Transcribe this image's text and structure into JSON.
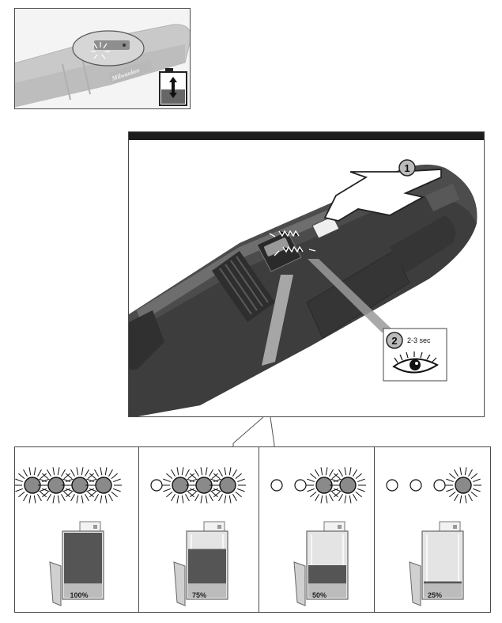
{
  "colors": {
    "tool_dark": "#4b4b4b",
    "tool_mid": "#6a6a6a",
    "tool_light": "#8c8c8c",
    "led_fill": "#8a8a8a",
    "battery_fill": "#555555",
    "battery_empty": "#e4e4e4",
    "header_bar": "#1c1c1c"
  },
  "inset": {
    "brand_text": "Milwaukee"
  },
  "steps": [
    {
      "number": "1"
    },
    {
      "number": "2",
      "duration": "2-3 sec"
    }
  ],
  "levels": [
    {
      "percent": "100%",
      "fill": 1.0,
      "leds_on": 4
    },
    {
      "percent": "75%",
      "fill": 0.75,
      "leds_on": 3
    },
    {
      "percent": "50%",
      "fill": 0.5,
      "leds_on": 2
    },
    {
      "percent": "25%",
      "fill": 0.25,
      "leds_on": 1
    }
  ],
  "icons": [
    "battery-gauge-icon",
    "push-arrow-icon",
    "eye-icon",
    "led-indicator-icon",
    "battery-icon"
  ]
}
